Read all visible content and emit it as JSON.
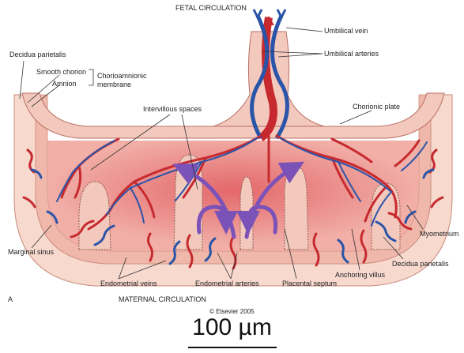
{
  "title": "FETAL CIRCULATION",
  "subtitle": "MATERNAL CIRCULATION",
  "figure_letter": "A",
  "copyright": "© Elsevier 2005",
  "scale_bar": "100 µm",
  "labels": {
    "umbilical_vein": "Umbilical vein",
    "umbilical_arteries": "Umbilical arteries",
    "decidua_parietalis_top": "Decidua parietalis",
    "smooth_chorion": "Smooth chorion",
    "amnion": "Amnion",
    "chorioamnionic_membrane": [
      "Chorioamnionic",
      "membrane"
    ],
    "intervillous_spaces": "Intervillous spaces",
    "chorionic_plate": "Chorionic plate",
    "myometrium": "Myometrium",
    "decidua_parietalis_bottom": "Decidua parietalis",
    "anchoring_villus": "Anchoring villus",
    "placental_septum": "Placental septum",
    "endometrial_arteries": "Endometrial arteries",
    "endometrial_veins": "Endometrial veins",
    "marginal_sinus": "Marginal sinus"
  },
  "colors": {
    "artery": "#c62a2f",
    "vein": "#2a54a8",
    "tissue": "#f4c9bd",
    "blood": "#ec8b84",
    "arrow": "#7b52b8"
  }
}
